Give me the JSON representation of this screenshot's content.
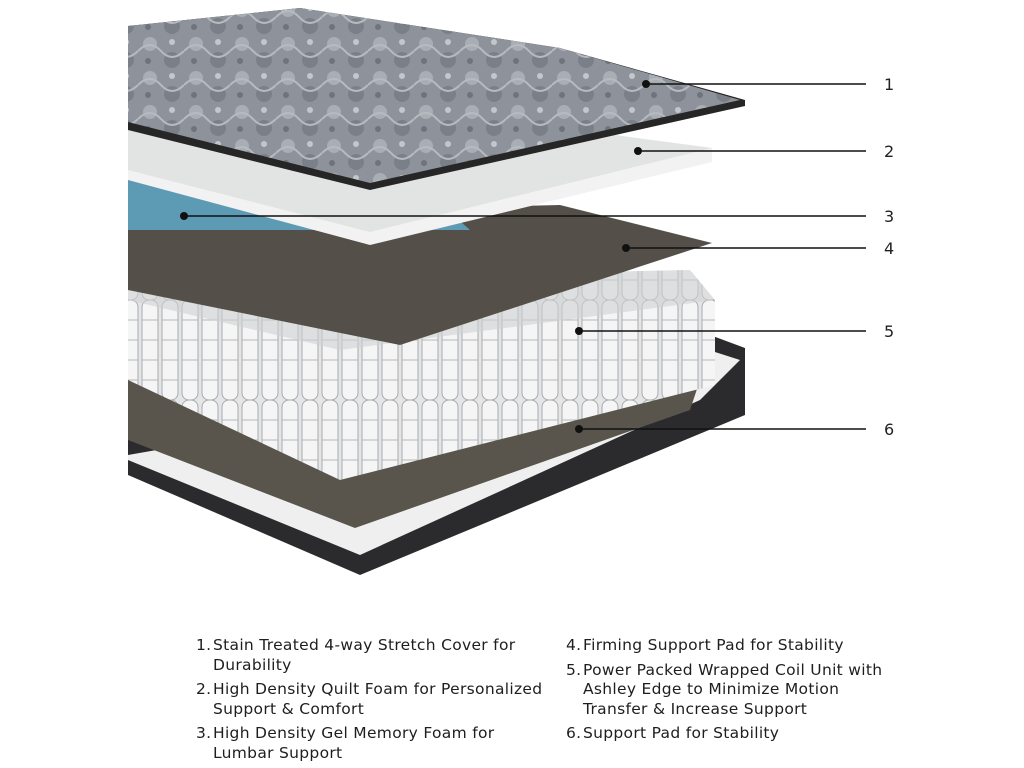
{
  "callouts": [
    {
      "num": "1",
      "text": "Stain Treated 4-way Stretch Cover for Durability"
    },
    {
      "num": "2",
      "text": "High Density Quilt Foam for Personalized Support & Comfort"
    },
    {
      "num": "3",
      "text": "High Density Gel Memory Foam for Lumbar Support"
    },
    {
      "num": "4",
      "text": "Firming Support Pad for Stability"
    },
    {
      "num": "5",
      "text": "Power Packed Wrapped Coil Unit with Ashley Edge to Minimize Motion Transfer & Increase Support"
    },
    {
      "num": "6",
      "text": "Support Pad for Stability"
    }
  ],
  "colors": {
    "cover": "#8d929a",
    "cover_edge": "#2a2a2a",
    "quilt_foam": "#e9eaea",
    "gel_foam": "#5d9bb5",
    "pad": "#545049",
    "coils": "#d9dadc",
    "base": "#2b2b2d",
    "leader_line": "#111111"
  }
}
